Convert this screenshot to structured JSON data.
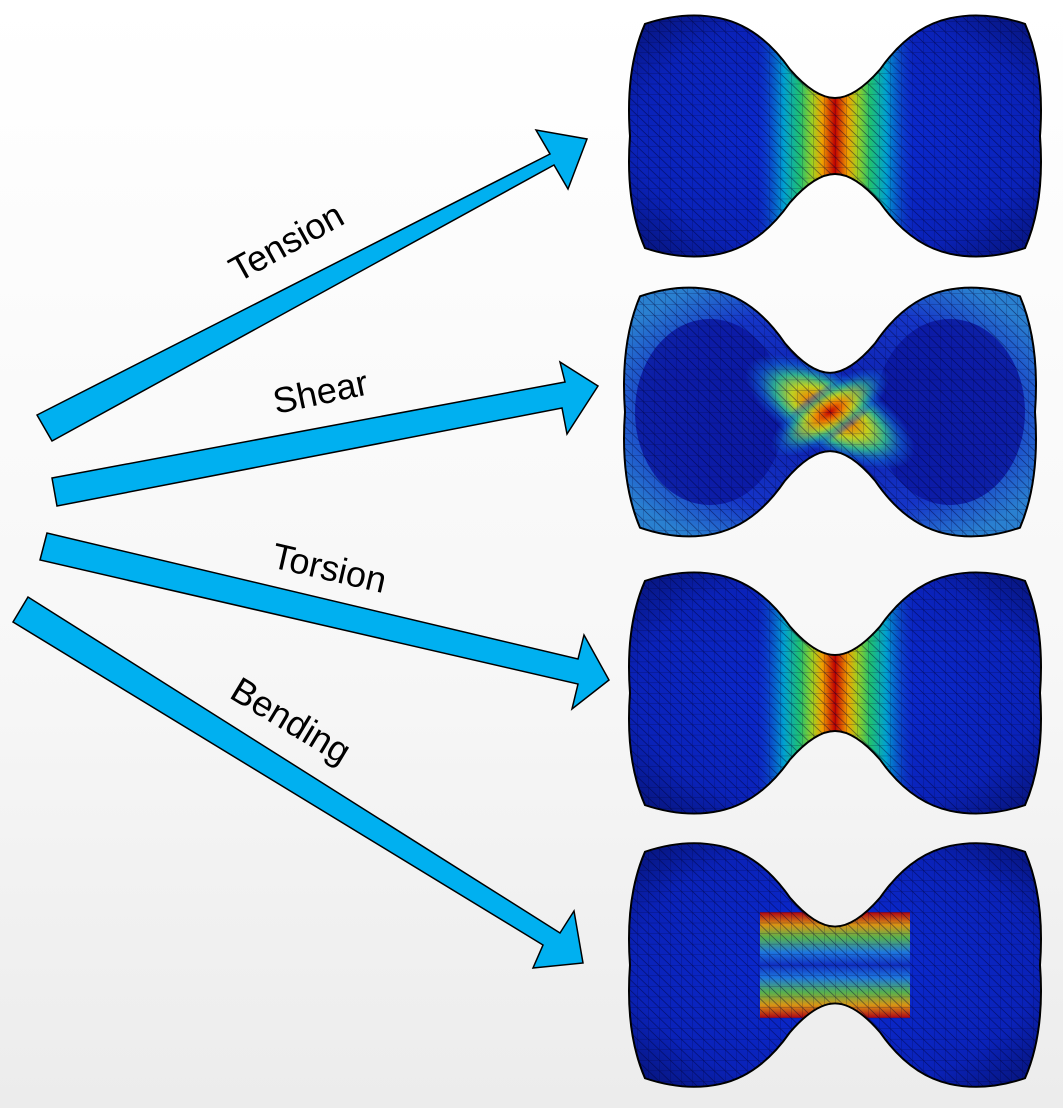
{
  "diagram": {
    "arrow_color": "#00b0f0",
    "arrow_outline": "#000000",
    "load_cases": [
      {
        "label": "Tension",
        "specimen": "tension"
      },
      {
        "label": "Shear",
        "specimen": "shear"
      },
      {
        "label": "Torsion",
        "specimen": "torsion"
      },
      {
        "label": "Bending",
        "specimen": "bending"
      }
    ],
    "colormap": [
      "#0010c0",
      "#1040d0",
      "#00a0e0",
      "#20c080",
      "#90d020",
      "#f0d000",
      "#f07000",
      "#c00000"
    ]
  }
}
